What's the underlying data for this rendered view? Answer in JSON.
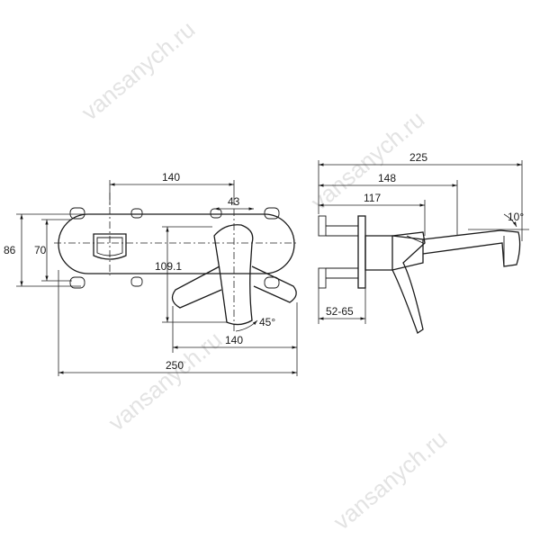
{
  "watermark": {
    "text": "vansanych.ru"
  },
  "front_view": {
    "dimensions": {
      "top_width": "140",
      "lever_offset": "43",
      "plate_height": "86",
      "hole_spacing": "70",
      "lever_drop": "109.1",
      "lever_angle": "45°",
      "bottom_width": "140",
      "total_width": "250"
    }
  },
  "side_view": {
    "dimensions": {
      "spout_length": "225",
      "lever_reach": "148",
      "body_depth": "117",
      "spout_angle": "10°",
      "wall_depth": "52-65"
    }
  }
}
